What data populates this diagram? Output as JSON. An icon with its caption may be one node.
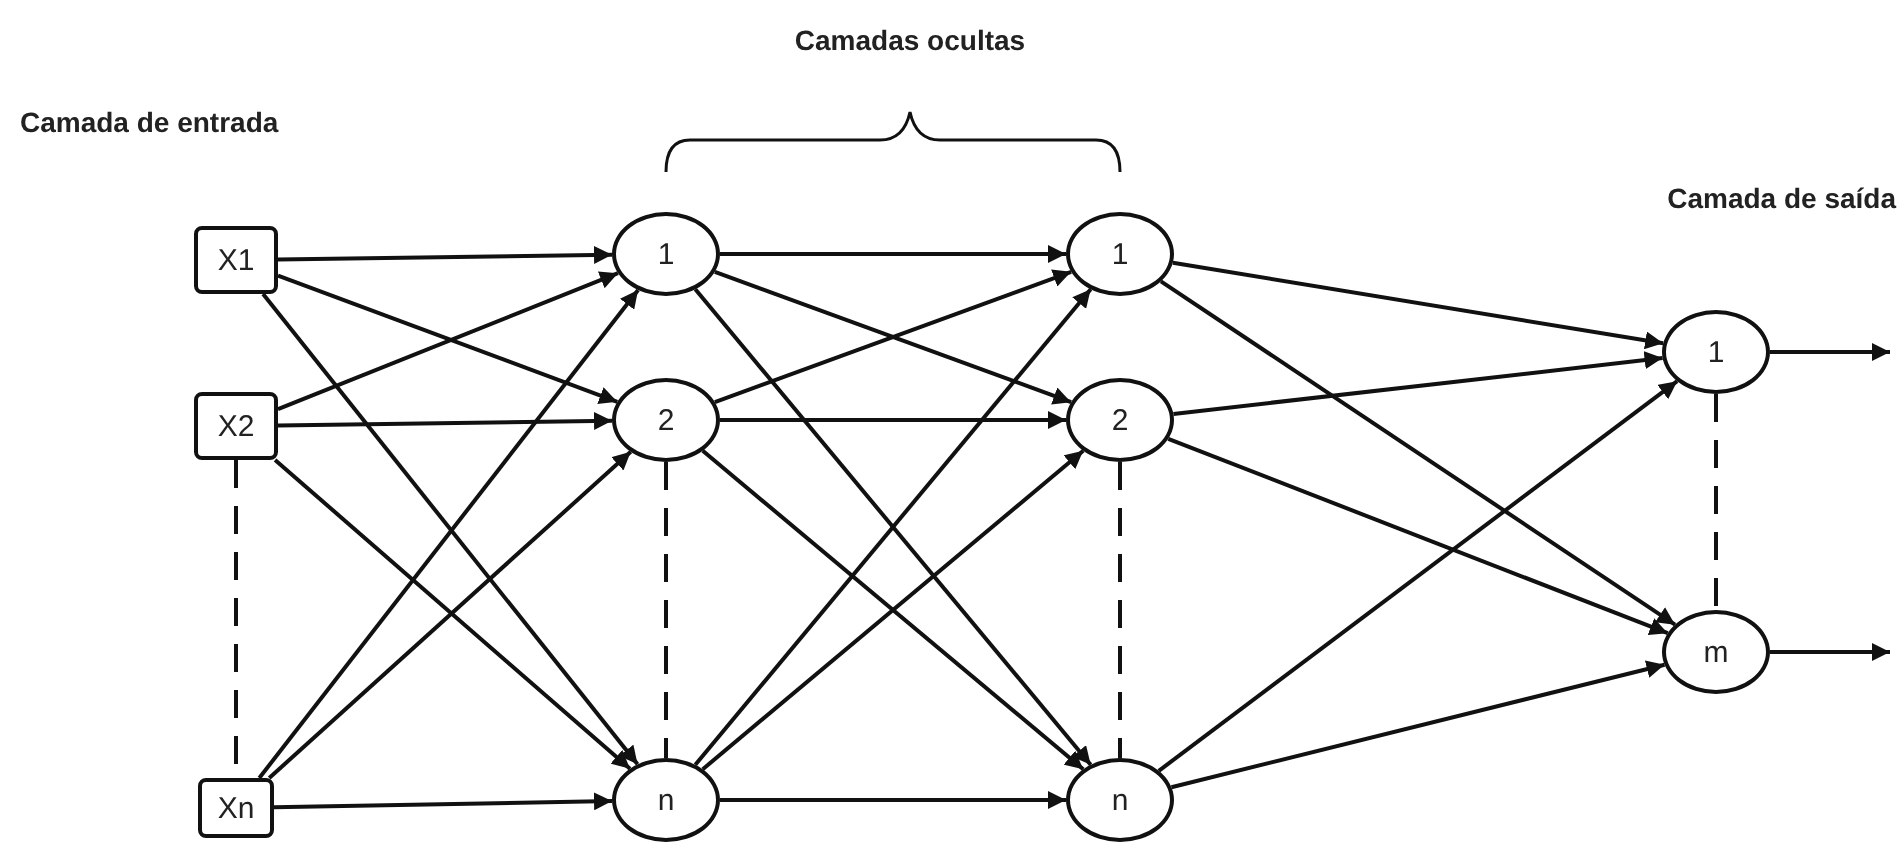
{
  "diagram": {
    "nodes": [
      {
        "text": [
          "X1"
        ]
      },
      {
        "text": [
          "X2"
        ]
      },
      {
        "text": [
          "Xn"
        ]
      },
      {
        "text": [
          "1"
        ]
      },
      {
        "text": [
          "2"
        ]
      },
      {
        "text": [
          "n"
        ]
      },
      {
        "text": [
          "1"
        ]
      },
      {
        "text": [
          "2"
        ]
      },
      {
        "text": [
          "n"
        ]
      },
      {
        "text": [
          "1"
        ]
      },
      {
        "text": [
          "m"
        ]
      }
    ],
    "edges": [
      {
        "from": 0,
        "to": 3,
        "arrow": "to"
      },
      {
        "from": 0,
        "to": 4,
        "arrow": "to"
      },
      {
        "from": 0,
        "to": 5,
        "arrow": "to"
      },
      {
        "from": 1,
        "to": 3,
        "arrow": "to"
      },
      {
        "from": 1,
        "to": 4,
        "arrow": "to"
      },
      {
        "from": 1,
        "to": 5,
        "arrow": "to"
      },
      {
        "from": 2,
        "to": 3,
        "arrow": "to"
      },
      {
        "from": 2,
        "to": 4,
        "arrow": "to"
      },
      {
        "from": 2,
        "to": 5,
        "arrow": "to"
      },
      {
        "from": 3,
        "to": 6,
        "arrow": "to"
      },
      {
        "from": 3,
        "to": 7,
        "arrow": "to"
      },
      {
        "from": 3,
        "to": 8,
        "arrow": "to"
      },
      {
        "from": 4,
        "to": 6,
        "arrow": "to"
      },
      {
        "from": 4,
        "to": 7,
        "arrow": "to"
      },
      {
        "from": 4,
        "to": 8,
        "arrow": "to"
      },
      {
        "from": 5,
        "to": 6,
        "arrow": "to"
      },
      {
        "from": 5,
        "to": 7,
        "arrow": "to"
      },
      {
        "from": 5,
        "to": 8,
        "arrow": "to"
      },
      {
        "from": 6,
        "to": 9,
        "arrow": "to"
      },
      {
        "from": 6,
        "to": 10,
        "arrow": "to"
      },
      {
        "from": 7,
        "to": 9,
        "arrow": "to"
      },
      {
        "from": 7,
        "to": 10,
        "arrow": "to"
      },
      {
        "from": 8,
        "to": 9,
        "arrow": "to"
      },
      {
        "from": 8,
        "to": 10,
        "arrow": "to"
      },
      {
        "from": 9,
        "to": null,
        "arrow": "to"
      },
      {
        "from": 10,
        "to": null,
        "arrow": "to"
      },
      {
        "from": 1,
        "to": 2,
        "arrow": "none",
        "style": "dashed"
      },
      {
        "from": 4,
        "to": 5,
        "arrow": "none",
        "style": "dashed"
      },
      {
        "from": 7,
        "to": 8,
        "arrow": "none",
        "style": "dashed"
      },
      {
        "from": 9,
        "to": 10,
        "arrow": "none",
        "style": "dashed"
      }
    ],
    "labels": [
      "Camadas ocultas",
      "Camada de entrada",
      "Camada de saída"
    ]
  }
}
